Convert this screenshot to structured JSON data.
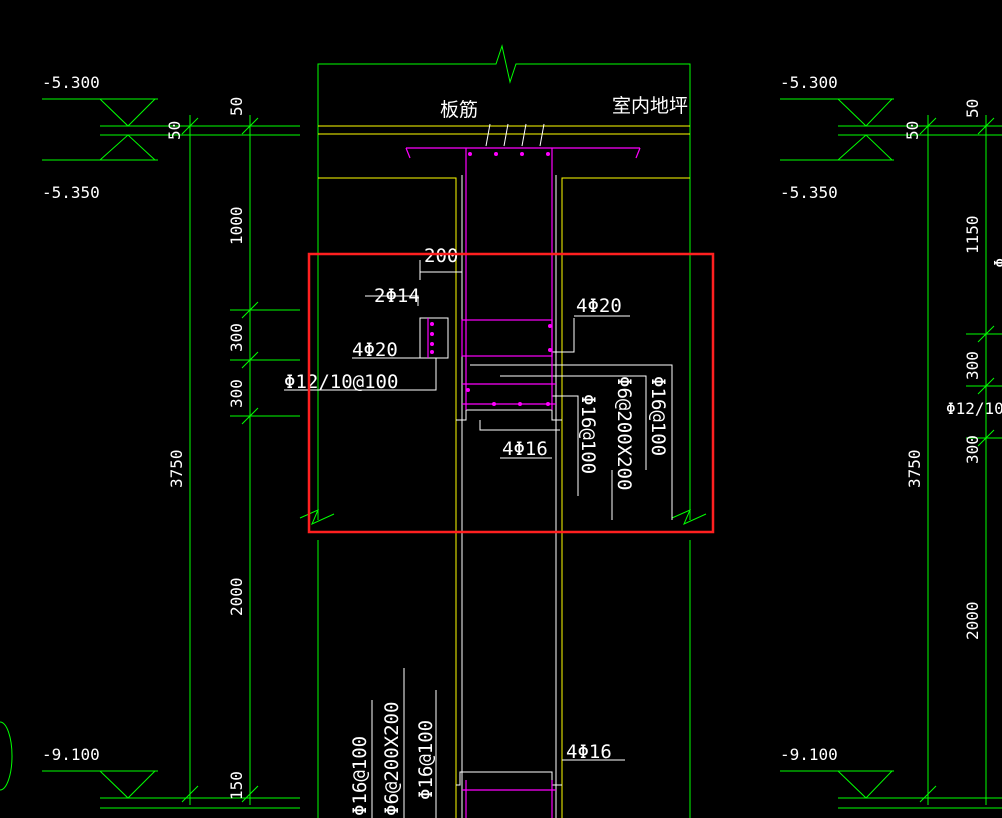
{
  "colors": {
    "background": "#000000",
    "white": "#ffffff",
    "green": "#00ff00",
    "yellow": "#ffff00",
    "magenta": "#ff00ff",
    "highlight": "#ff2020"
  },
  "left_elevations": {
    "top": "-5.300",
    "mid": "-5.350",
    "bottom": "-9.100"
  },
  "right_elevations": {
    "top": "-5.300",
    "mid": "-5.350",
    "bottom": "-9.100"
  },
  "left_dims": {
    "d50a": "50",
    "d50b": "50",
    "d1000": "1000",
    "d300a": "300",
    "d300b": "300",
    "d3750": "3750",
    "d2000": "2000",
    "d150": "150"
  },
  "right_dims": {
    "d50a": "50",
    "d50b": "50",
    "d1150": "1150",
    "d300a": "300",
    "d300b": "300",
    "d3750": "3750",
    "d2000": "2000",
    "partial_phi12": "Φ12/10",
    "partial_phi": "Φ"
  },
  "labels": {
    "slab_rebar": "板筋",
    "indoor_floor": "室内地坪",
    "dim_200": "200",
    "rebar_2phi14": "2Φ14",
    "rebar_4phi20_right": "4Φ20",
    "rebar_4phi20_left": "4Φ20",
    "stirrup_phi12": "Φ12/10@100",
    "rebar_4phi16": "4Φ16",
    "phi16_at100_a": "Φ16@100",
    "phi6_at200": "Φ6@200X200",
    "phi16_at100_b": "Φ16@100",
    "bottom_phi16_at100_a": "Φ16@100",
    "bottom_phi6_at200": "Φ6@200X200",
    "bottom_phi16_at100_b": "Φ16@100",
    "bottom_4phi16": "4Φ16"
  }
}
